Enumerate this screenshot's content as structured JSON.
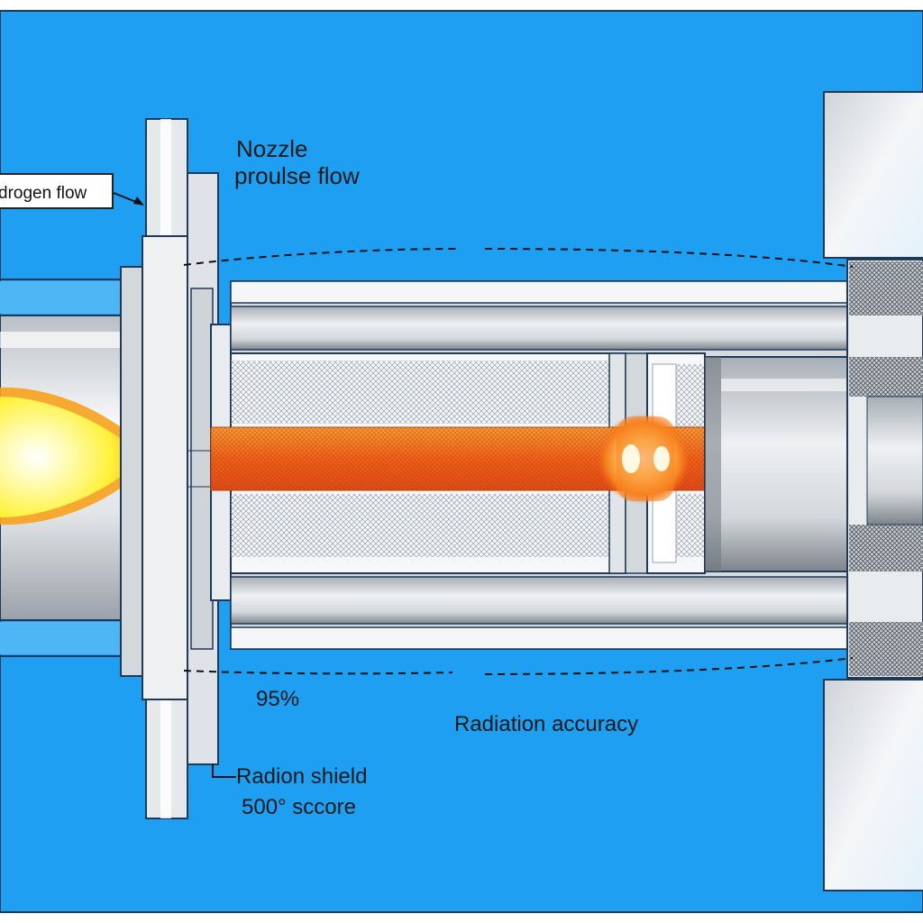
{
  "labels": {
    "hydrogen_flow": "drogen flow",
    "nozzle_title": "Nozzle",
    "nozzle_subtitle": "proulse flow",
    "percent": "95%",
    "radiation_accuracy": "Radiation accuracy",
    "shield_title": "Radion shield",
    "shield_subtitle": "500°  sccore"
  },
  "colors": {
    "background": "#1e9ff2",
    "border": "#1e3a58",
    "metal_light": "#f2f4f6",
    "metal_mid": "#cdd2d7",
    "metal_dark": "#8e959c",
    "flame_yellow": "#fff23a",
    "beam_orange": "#f26a1b",
    "glow_core": "#ffe8b0"
  }
}
